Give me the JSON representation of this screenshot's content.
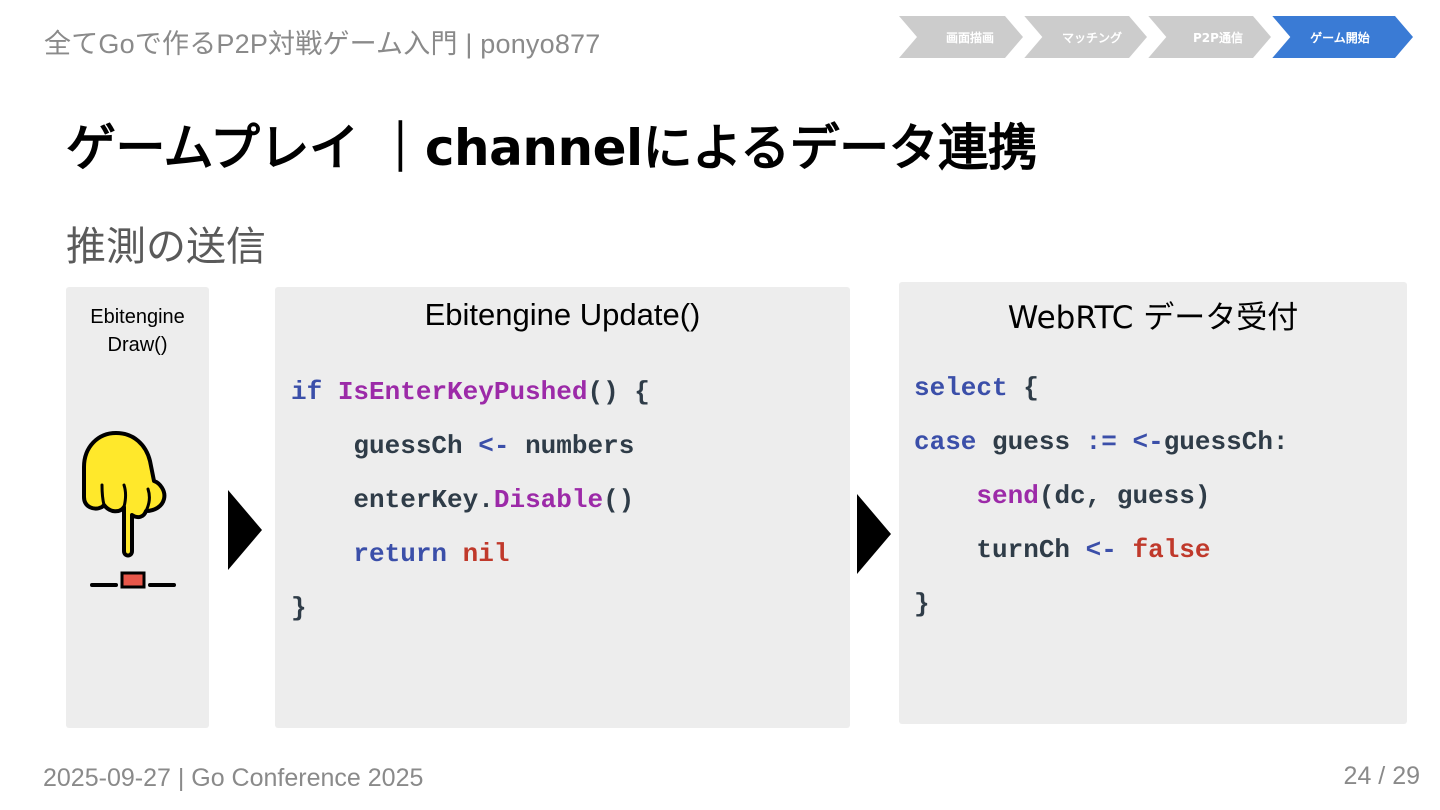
{
  "header": {
    "title": "全てGoで作るP2P対戦ゲーム入門 | ponyo877"
  },
  "breadcrumb": {
    "steps": [
      {
        "label": "画面描画",
        "active": false
      },
      {
        "label": "マッチング",
        "active": false
      },
      {
        "label": "P2P通信",
        "active": false
      },
      {
        "label": "ゲーム開始",
        "active": true
      }
    ],
    "inactive_color": "#cccccc",
    "active_color": "#3a7bd5"
  },
  "slide": {
    "title": "ゲームプレイ ｜channelによるデータ連携",
    "section_heading": "推測の送信"
  },
  "panels": {
    "draw": {
      "title": "Ebitengine Draw()",
      "icon": "hand-pressing-button-icon"
    },
    "update": {
      "title": "Ebitengine Update()",
      "code": {
        "l1_kw": "if",
        "l1_fn": "IsEnterKeyPushed",
        "l1_rest": "() {",
        "l2_var": "guessCh",
        "l2_op": "<-",
        "l2_val": "numbers",
        "l3_obj": "enterKey.",
        "l3_fn": "Disable",
        "l3_rest": "()",
        "l4_kw": "return",
        "l4_lit": "nil",
        "l5": "}"
      }
    },
    "webrtc": {
      "title": "WebRTC データ受付",
      "code": {
        "l1_kw": "select",
        "l1_rest": "{",
        "l2_kw": "case",
        "l2_var": "guess",
        "l2_op1": ":=",
        "l2_op2": "<-",
        "l2_rest": "guessCh:",
        "l3_fn": "send",
        "l3_rest": "(dc, guess)",
        "l4_var": "turnCh",
        "l4_op": "<-",
        "l4_lit": "false",
        "l5": "}"
      }
    }
  },
  "footer": {
    "left": "2025-09-27 | Go Conference 2025",
    "page": "24 / 29"
  }
}
